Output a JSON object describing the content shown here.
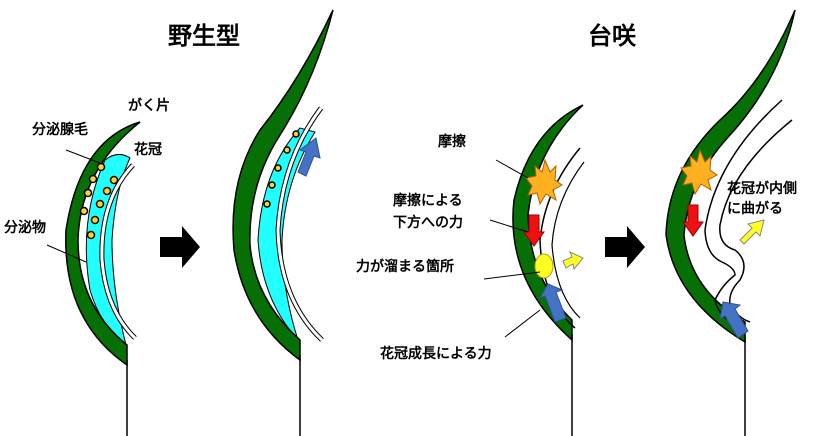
{
  "titles": {
    "wild": "野生型",
    "mutant": "台咲"
  },
  "labels": {
    "sepal": "がく片",
    "gland": "分泌腺毛",
    "petal": "花冠",
    "secretion": "分泌物",
    "friction": "摩擦",
    "downforce_1": "摩擦による",
    "downforce_2": "下方への力",
    "stress_point": "力が溜まる箇所",
    "growth_force": "花冠成長による力",
    "bend_1": "花冠が内側",
    "bend_2": "に曲がる"
  },
  "colors": {
    "sepal": "#067006",
    "secretion": "#22ffff",
    "gland": "#ffd23a",
    "push": "#4472c4",
    "down": "#ee1111",
    "outward": "#ffff22",
    "friction": "#ffb020"
  }
}
